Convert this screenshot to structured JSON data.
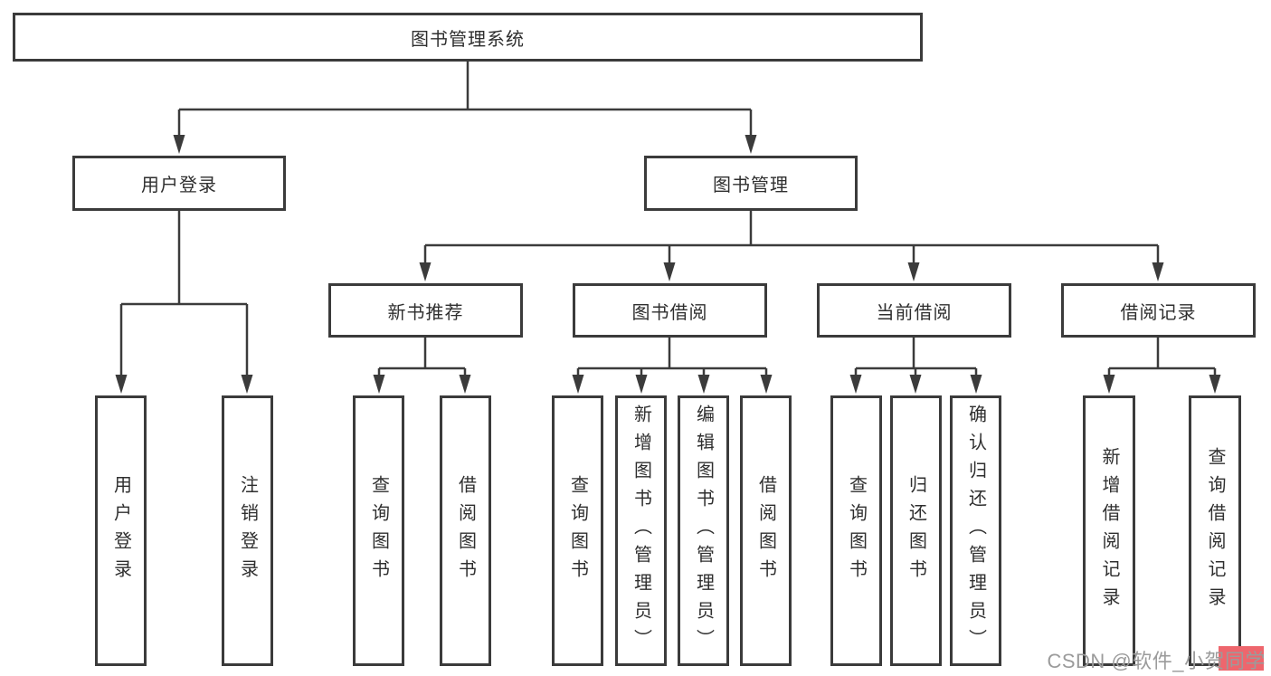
{
  "diagram": {
    "type": "hierarchy-flowchart",
    "nodes": {
      "root": {
        "label": "图书管理系统"
      },
      "user_login": {
        "label": "用户登录"
      },
      "book_management": {
        "label": "图书管理"
      },
      "new_book_recommend": {
        "label": "新书推荐"
      },
      "book_borrow": {
        "label": "图书借阅"
      },
      "current_borrow": {
        "label": "当前借阅"
      },
      "borrow_record": {
        "label": "借阅记录"
      },
      "leaf_user_login": {
        "label": "用户登录"
      },
      "leaf_logout": {
        "label": "注销登录"
      },
      "nb_query_book": {
        "label": "查询图书"
      },
      "nb_borrow_book": {
        "label": "借阅图书"
      },
      "bb_query_book": {
        "label": "查询图书"
      },
      "bb_add_book": {
        "label": "新增图书（管理员）"
      },
      "bb_edit_book": {
        "label": "编辑图书（管理员）"
      },
      "bb_borrow_book": {
        "label": "借阅图书"
      },
      "cb_query_book": {
        "label": "查询图书"
      },
      "cb_return_book": {
        "label": "归还图书"
      },
      "cb_confirm_return": {
        "label": "确认归还（管理员）"
      },
      "br_add_record": {
        "label": "新增借阅记录"
      },
      "br_query_record": {
        "label": "查询借阅记录"
      }
    },
    "edges": [
      [
        "root",
        "user_login"
      ],
      [
        "root",
        "book_management"
      ],
      [
        "user_login",
        "leaf_user_login"
      ],
      [
        "user_login",
        "leaf_logout"
      ],
      [
        "book_management",
        "new_book_recommend"
      ],
      [
        "book_management",
        "book_borrow"
      ],
      [
        "book_management",
        "current_borrow"
      ],
      [
        "book_management",
        "borrow_record"
      ],
      [
        "new_book_recommend",
        "nb_query_book"
      ],
      [
        "new_book_recommend",
        "nb_borrow_book"
      ],
      [
        "book_borrow",
        "bb_query_book"
      ],
      [
        "book_borrow",
        "bb_add_book"
      ],
      [
        "book_borrow",
        "bb_edit_book"
      ],
      [
        "book_borrow",
        "bb_borrow_book"
      ],
      [
        "current_borrow",
        "cb_query_book"
      ],
      [
        "current_borrow",
        "cb_return_book"
      ],
      [
        "current_borrow",
        "cb_confirm_return"
      ],
      [
        "borrow_record",
        "br_add_record"
      ],
      [
        "borrow_record",
        "br_query_record"
      ]
    ]
  },
  "watermark": {
    "text": "CSDN @软件_小贺同学"
  },
  "colors": {
    "line": "#3b3b3b",
    "box_border": "#3b3b3b",
    "background": "#ffffff",
    "text": "#2f2f2f",
    "watermark_text": "#9b9b9b",
    "watermark_highlight": "#ee666d"
  }
}
